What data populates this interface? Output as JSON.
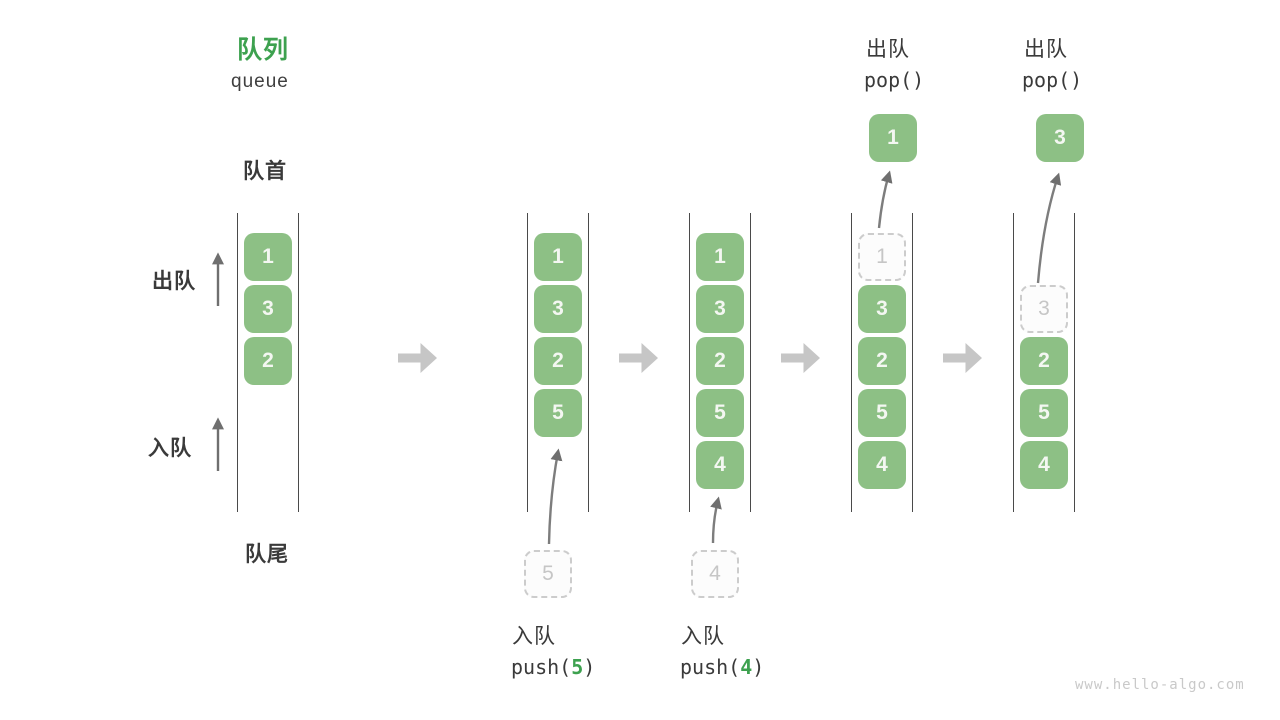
{
  "legend": {
    "title_zh": "队列",
    "title_en": "queue",
    "front": "队首",
    "rear": "队尾",
    "side_dequeue": "出队",
    "side_enqueue": "入队"
  },
  "colors": {
    "item_green": "#8dc085",
    "accent_green": "#3da14f",
    "text_dark": "#3a3a3a",
    "ghost_gray": "#c6c6c6",
    "arrow_gray": "#c6c6c6"
  },
  "columns": [
    {
      "cells": [
        "1",
        "3",
        "2"
      ]
    },
    {
      "cells": [
        "1",
        "3",
        "2",
        "5"
      ]
    },
    {
      "cells": [
        "1",
        "3",
        "2",
        "5",
        "4"
      ]
    },
    {
      "ghost": "1",
      "cells": [
        "3",
        "2",
        "5",
        "4"
      ]
    },
    {
      "ghost": "3",
      "cells": [
        "2",
        "5",
        "4"
      ]
    }
  ],
  "ops": [
    {
      "label": "入队",
      "fn": "push(",
      "arg": "5",
      "close": ")"
    },
    {
      "label": "入队",
      "fn": "push(",
      "arg": "4",
      "close": ")"
    },
    {
      "label": "出队",
      "code": "pop()",
      "value": "1"
    },
    {
      "label": "出队",
      "code": "pop()",
      "value": "3"
    }
  ],
  "watermark": "www.hello-algo.com"
}
